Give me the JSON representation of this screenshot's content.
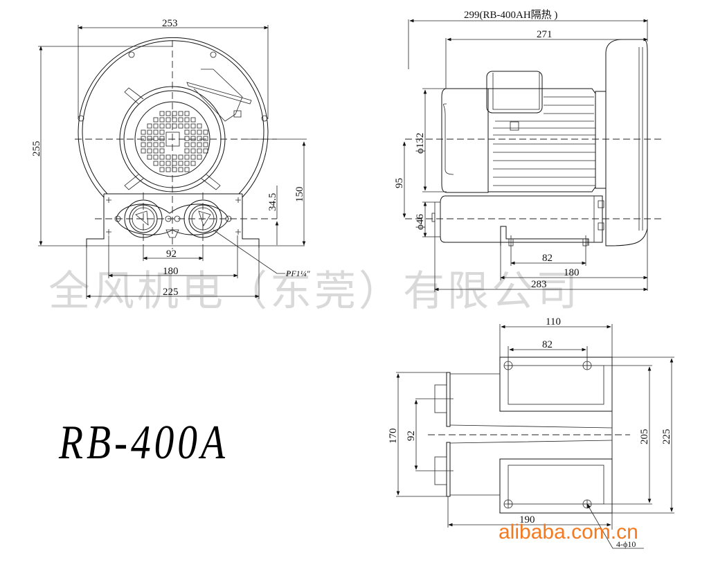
{
  "watermark": {
    "company": "全风机电（东莞）有限公司",
    "site": "alibaba.com.cn",
    "site_color": "#f37a20"
  },
  "model": "RB-400A",
  "front_view": {
    "dims": {
      "width_top": "253",
      "height_total": "255",
      "center_height": "150",
      "port_offset": "34.5",
      "port_spacing": "92",
      "foot_holes": "180",
      "base_width": "225",
      "port_thread": "PF1¼\""
    }
  },
  "side_view": {
    "dims": {
      "length_insulated": "299(RB-400AH隔热 )",
      "length": "271",
      "motor_dia": "ϕ132",
      "center_height": "95",
      "port_dia": "ϕ46",
      "foot_holes": "82",
      "foot_length": "180",
      "base_length": "283"
    }
  },
  "bottom_view": {
    "dims": {
      "width": "110",
      "hole_spacing": "82",
      "port_span": "170",
      "port_spacing": "92",
      "hole_span": "205",
      "total": "225",
      "length": "190",
      "holes": "4-ϕ10"
    }
  }
}
